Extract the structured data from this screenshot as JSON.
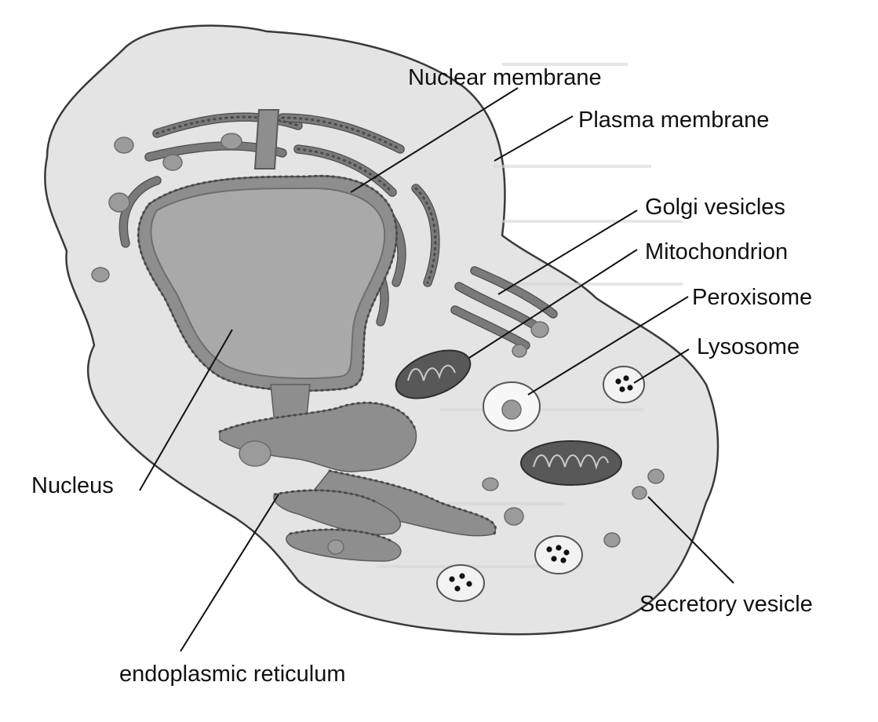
{
  "diagram": {
    "labels": {
      "nuclear_membrane": "Nuclear membrane",
      "plasma_membrane": "Plasma membrane",
      "golgi_vesicles": "Golgi vesicles",
      "mitochondrion": "Mitochondrion",
      "peroxisome": "Peroxisome",
      "lysosome": "Lysosome",
      "nucleus": "Nucleus",
      "secretory_vesicle": "Secretory vesicle",
      "endoplasmic_reticulum": "endoplasmic reticulum"
    },
    "colors": {
      "cytoplasm": "#e4e4e4",
      "organelle": "#8e8e8e",
      "mitochondrion": "#585858",
      "outline": "#3a3a3a"
    }
  }
}
